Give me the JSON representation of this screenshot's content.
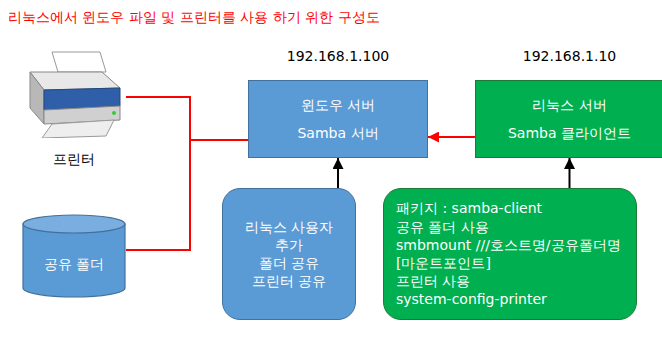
{
  "diagram": {
    "title": "리눅스에서 윈도우 파일 및 프린터를 사용 하기 위한 구성도",
    "nodes": [
      {
        "text": [
          "프린터"
        ]
      },
      {
        "text": [
          "192.168.1.100",
          "윈도우 서버",
          "Samba 서버"
        ]
      },
      {
        "text": [
          "192.168.1.10",
          "리눅스 서버",
          "Samba 클라이언트"
        ]
      },
      {
        "text": [
          "공유 폴더"
        ]
      },
      {
        "text": [
          "리눅스 사용자 추가",
          "폴더 공유",
          "프린터 공유"
        ]
      },
      {
        "text": [
          "패키지 : samba-client",
          "공유 폴더 사용",
          "smbmount ///호스트명/공유폴더명 [마운트포인트]",
          "프린터 사용",
          "system-config-printer"
        ]
      }
    ],
    "edges": [
      {
        "from": 0,
        "to": 1,
        "arrow": "none"
      },
      {
        "from": 3,
        "to": 1,
        "arrow": "none"
      },
      {
        "from": 2,
        "to": 1,
        "arrow": "to"
      },
      {
        "from": 4,
        "to": 1,
        "arrow": "to"
      },
      {
        "from": 5,
        "to": 2,
        "arrow": "to"
      }
    ]
  }
}
